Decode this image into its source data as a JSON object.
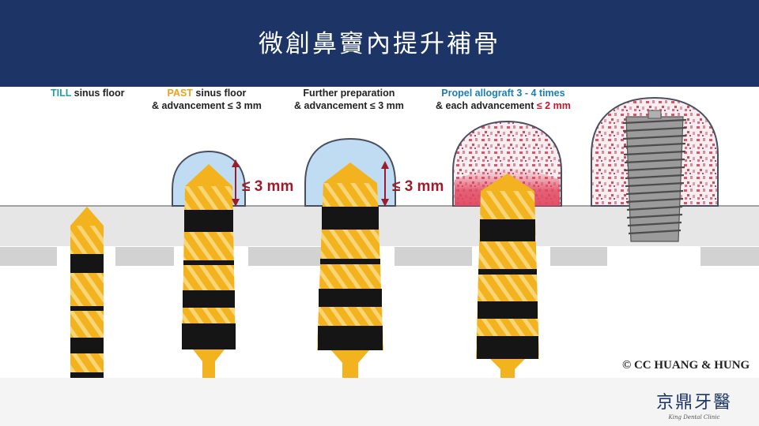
{
  "title": "微創鼻竇內提升補骨",
  "steps": [
    {
      "highlight": "TILL",
      "rest": " sinus floor",
      "line2": ""
    },
    {
      "highlight": "PAST",
      "rest": " sinus floor",
      "line2": "& advancement  ≤ 3 mm"
    },
    {
      "highlight": "",
      "rest": "Further preparation",
      "line2": "& advancement  ≤ 3 mm"
    },
    {
      "highlight": "Propel allograft 3 - 4 times",
      "rest": "",
      "line2_pre": "& each advancement ",
      "line2_hl": "≤ 2 mm"
    }
  ],
  "measure_labels": [
    "≤ 3 mm",
    "≤ 3 mm"
  ],
  "copyright": "© CC HUANG & HUNG",
  "logo": {
    "main": "京鼎牙醫",
    "sub": "King Dental Clinic"
  },
  "colors": {
    "header": "#1c3566",
    "drill_yellow": "#f2b31f",
    "drill_black": "#151515",
    "membrane_blue": "#bfdcf3",
    "graft_pink": "#e04860",
    "measure_red": "#9b1c2c",
    "bone_grey": "#e6e6e6"
  }
}
